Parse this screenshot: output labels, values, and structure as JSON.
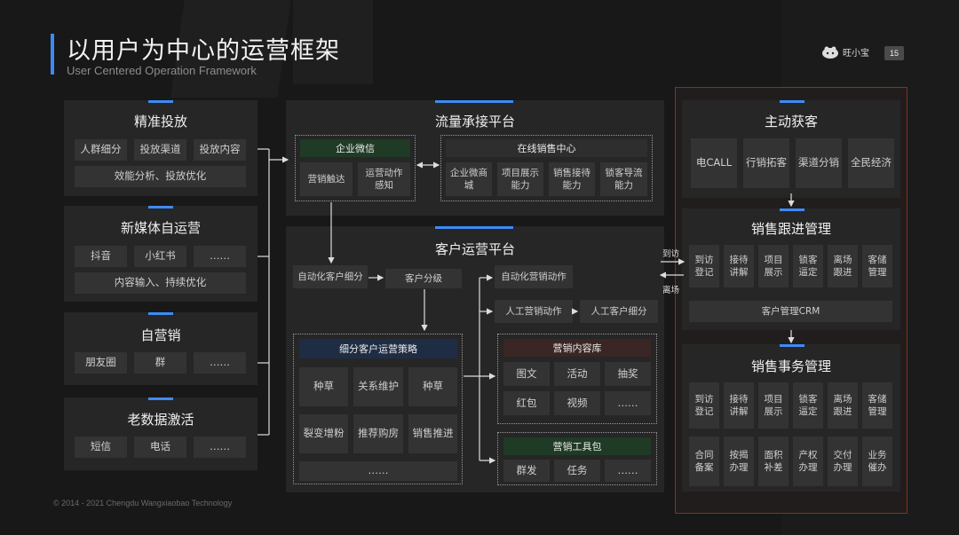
{
  "header": {
    "title": "以用户为中心的运营框架",
    "subtitle": "User Centered Operation Framework",
    "logo_text": "旺小宝",
    "page_number": "15"
  },
  "footer": {
    "copyright": "© 2014 - 2021 Chengdu Wangxiaobao Technology"
  },
  "left": {
    "precise": {
      "title": "精准投放",
      "items": [
        "人群细分",
        "投放渠道",
        "投放内容"
      ],
      "wide": "效能分析、投放优化"
    },
    "media": {
      "title": "新媒体自运营",
      "items": [
        "抖音",
        "小红书",
        "……"
      ],
      "wide": "内容输入、持续优化"
    },
    "self": {
      "title": "自营销",
      "items": [
        "朋友圈",
        "群",
        "……"
      ]
    },
    "old": {
      "title": "老数据激活",
      "items": [
        "短信",
        "电话",
        "……"
      ]
    }
  },
  "traffic": {
    "title": "流量承接平台",
    "wecom": {
      "header": "企业微信",
      "items": [
        "营销触达",
        "运营动作\n感知"
      ]
    },
    "online": {
      "header": "在线销售中心",
      "items": [
        "企业微商\n城",
        "项目展示\n能力",
        "销售接待\n能力",
        "锁客导流\n能力"
      ]
    }
  },
  "customer": {
    "title": "客户运营平台",
    "auto_seg": "自动化客户细分",
    "grading": "客户分级",
    "auto_mkt": "自动化营销动作",
    "manual_mkt": "人工营销动作",
    "manual_seg": "人工客户细分",
    "strategy": {
      "header": "细分客户运营策略",
      "items": [
        "种草",
        "关系维护",
        "种草",
        "裂变增粉",
        "推荐购房",
        "销售推进",
        "……"
      ]
    },
    "content": {
      "header": "营销内容库",
      "items": [
        "图文",
        "活动",
        "抽奖",
        "红包",
        "视频",
        "……"
      ]
    },
    "tools": {
      "header": "营销工具包",
      "items": [
        "群发",
        "任务",
        "……"
      ]
    }
  },
  "arrows": {
    "visit": "到访",
    "leave": "离场"
  },
  "right": {
    "acquire": {
      "title": "主动获客",
      "items": [
        "电CALL",
        "行销拓客",
        "渠道分销",
        "全民经济"
      ]
    },
    "followup": {
      "title": "销售跟进管理",
      "items": [
        "到访\n登记",
        "接待\n讲解",
        "项目\n展示",
        "锁客\n逼定",
        "离场\n跟进",
        "客储\n管理"
      ],
      "crm": "客户管理CRM"
    },
    "affairs": {
      "title": "销售事务管理",
      "items": [
        "到访\n登记",
        "接待\n讲解",
        "项目\n展示",
        "锁客\n逼定",
        "离场\n跟进",
        "客储\n管理",
        "合同\n备案",
        "按揭\n办理",
        "面积\n补差",
        "产权\n办理",
        "交付\n办理",
        "业务\n催办"
      ]
    }
  },
  "colors": {
    "accent": "#3d8bf5",
    "green_header": "#1f3a25",
    "red_border": "#8c2b24"
  }
}
